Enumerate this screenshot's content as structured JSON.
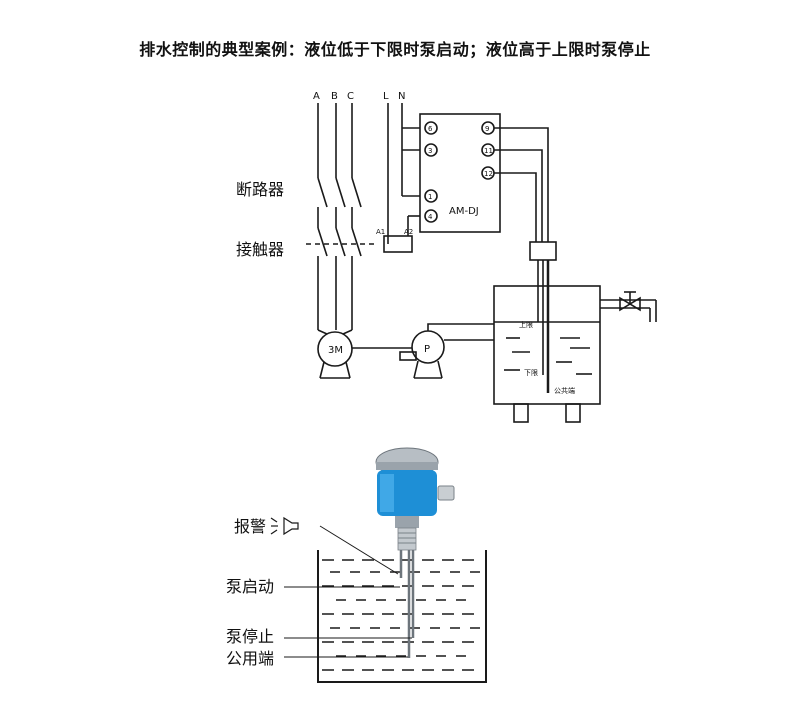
{
  "title": "排水控制的典型案例：液位低于下限时泵启动；液位高于上限时泵停止",
  "wiring": {
    "phases": [
      "A",
      "B",
      "C"
    ],
    "power": [
      "L",
      "N"
    ],
    "breaker_label": "断路器",
    "contactor_label": "接触器",
    "coil_terminals": [
      "A1",
      "A2"
    ],
    "motor_label": "3M",
    "pump_label": "P",
    "controller_label": "AM-DJ",
    "controller_left_terminals": [
      "6",
      "3",
      "1",
      "4"
    ],
    "controller_right_terminals": [
      "9",
      "11",
      "12"
    ],
    "tank_labels": {
      "upper": "上限",
      "lower": "下限",
      "common": "公共端"
    }
  },
  "sensor": {
    "alarm_label": "报警",
    "pump_start_label": "泵启动",
    "pump_stop_label": "泵停止",
    "common_label": "公用端"
  },
  "colors": {
    "sensor_housing": "#1e8fd6",
    "sensor_cap": "#9aa3ab",
    "line": "#1a1a1a"
  }
}
